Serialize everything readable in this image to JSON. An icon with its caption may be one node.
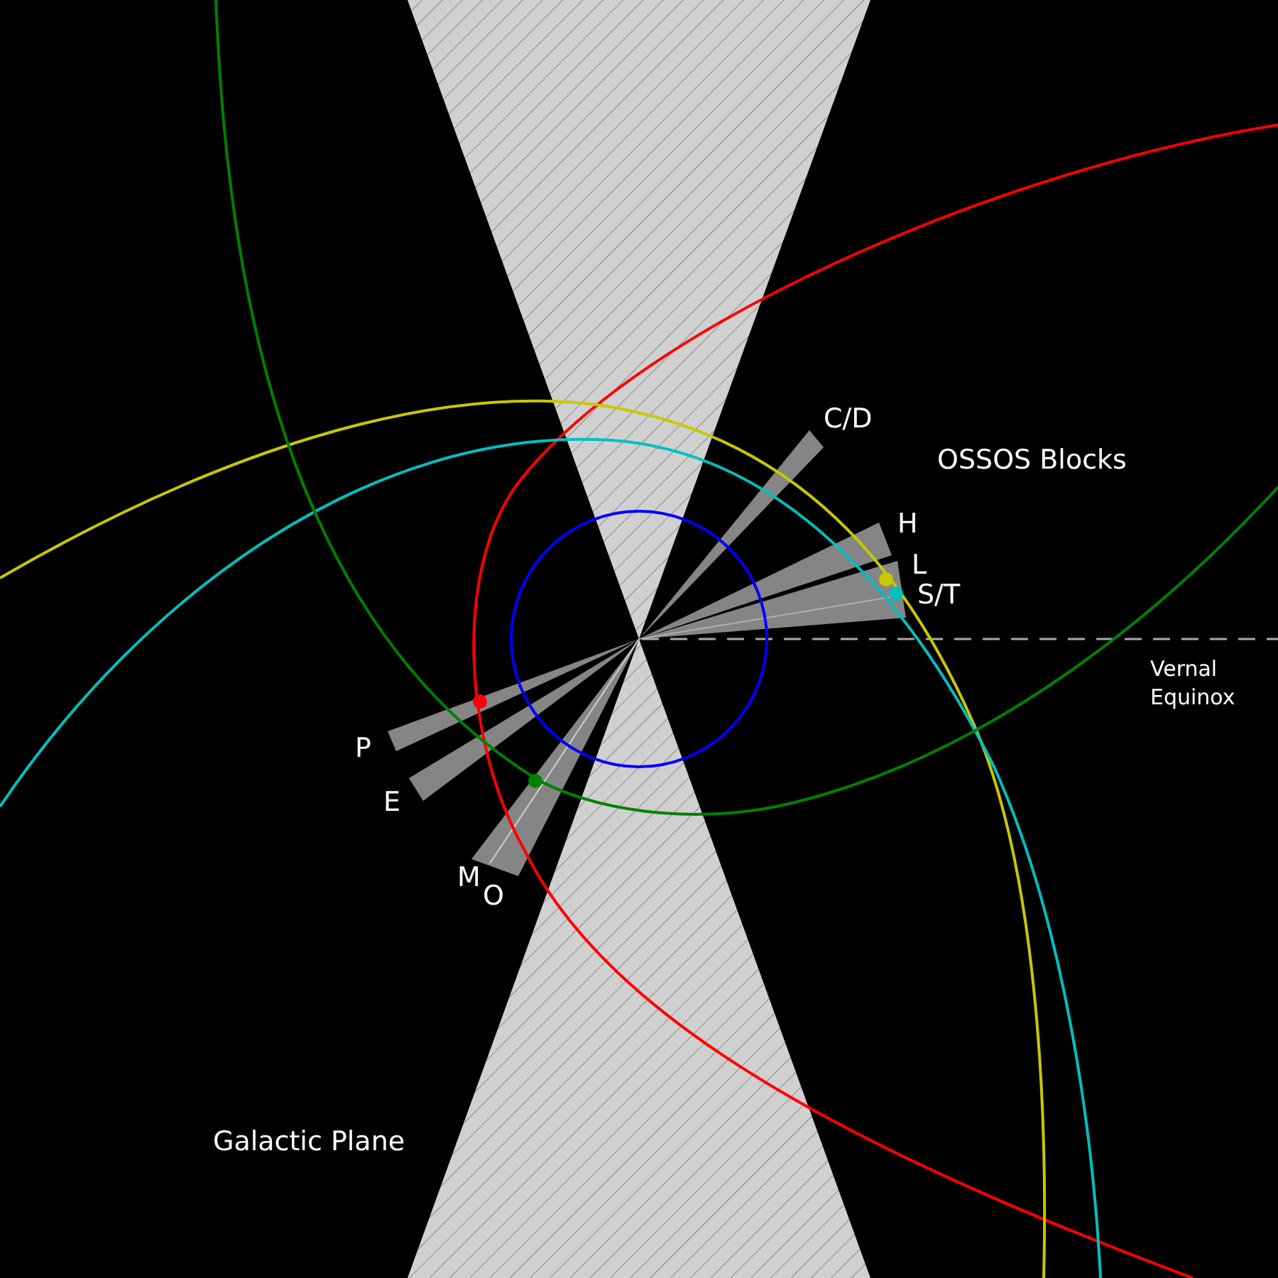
{
  "diagram": {
    "labels": [
      "C/D",
      "OSSOS Blocks",
      "H",
      "L",
      "S/T",
      "Vernal Equinox",
      "P",
      "E",
      "M",
      "O",
      "Galactic Plane"
    ]
  }
}
